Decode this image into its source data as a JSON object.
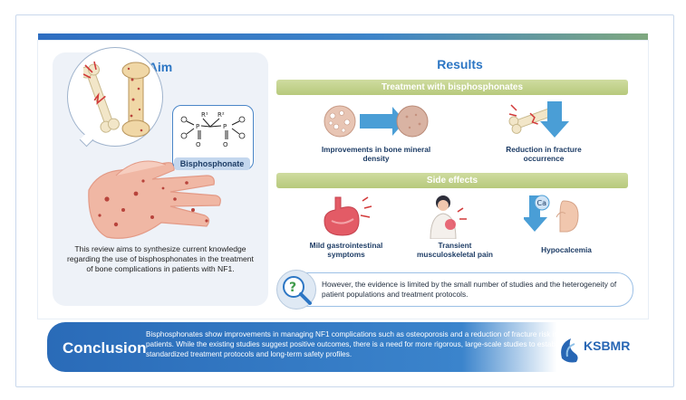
{
  "aim": {
    "title": "Aim",
    "description": "This review aims to synthesize current knowledge regarding the use of bisphosphonates in the treatment of bone complications in patients with NF1.",
    "molecule_label": "Bisphosphonate"
  },
  "results": {
    "title": "Results",
    "treatment_header": "Treatment with bisphosphonates",
    "treatment_items": [
      {
        "label": "Improvements in bone mineral density",
        "icon": "bone-density-icon"
      },
      {
        "label": "Reduction in fracture occurrence",
        "icon": "fracture-reduction-icon"
      }
    ],
    "side_effects_header": "Side effects",
    "side_effects": [
      {
        "label": "Mild gastrointestinal symptoms",
        "icon": "stomach-icon"
      },
      {
        "label": "Transient musculoskeletal pain",
        "icon": "back-pain-icon"
      },
      {
        "label": "Hypocalcemia",
        "icon": "calcium-icon",
        "ion": "Ca"
      }
    ],
    "evidence_note": "However, the evidence is limited by the small number of studies and the heterogeneity of patient populations and treatment protocols."
  },
  "conclusion": {
    "title": "Conclusion",
    "text": "Bisphosphonates show improvements in managing NF1 complications such as osteoporosis and a reduction of fracture risk in NF1 patients. While the existing studies suggest positive outcomes, there is a need for more rigorous, large-scale studies to establish standardized treatment protocols and long-term safety profiles."
  },
  "logo": {
    "text": "KSBMR"
  },
  "colors": {
    "blue": "#2c76c4",
    "green": "#b7c97c",
    "navy": "#1e3d66"
  }
}
